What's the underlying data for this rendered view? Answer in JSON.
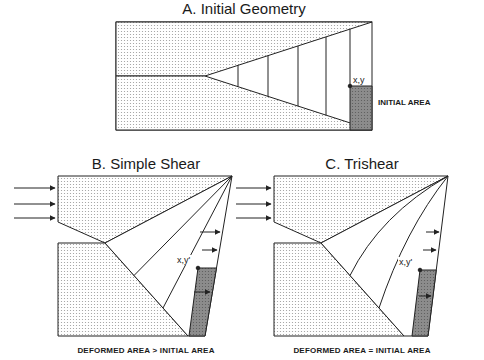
{
  "diagram": {
    "nodes": [
      {
        "text": [
          "A. Initial Geometry"
        ]
      },
      {
        "text": [
          "B. Simple Shear",
          "DEFORMED AREA > INITIAL AREA"
        ]
      },
      {
        "text": [
          "C. Trishear",
          "DEFORMED AREA = INITIAL AREA"
        ]
      }
    ],
    "labels": [
      "x,y",
      "INITIAL AREA",
      "x,y'",
      "x,y'"
    ]
  }
}
